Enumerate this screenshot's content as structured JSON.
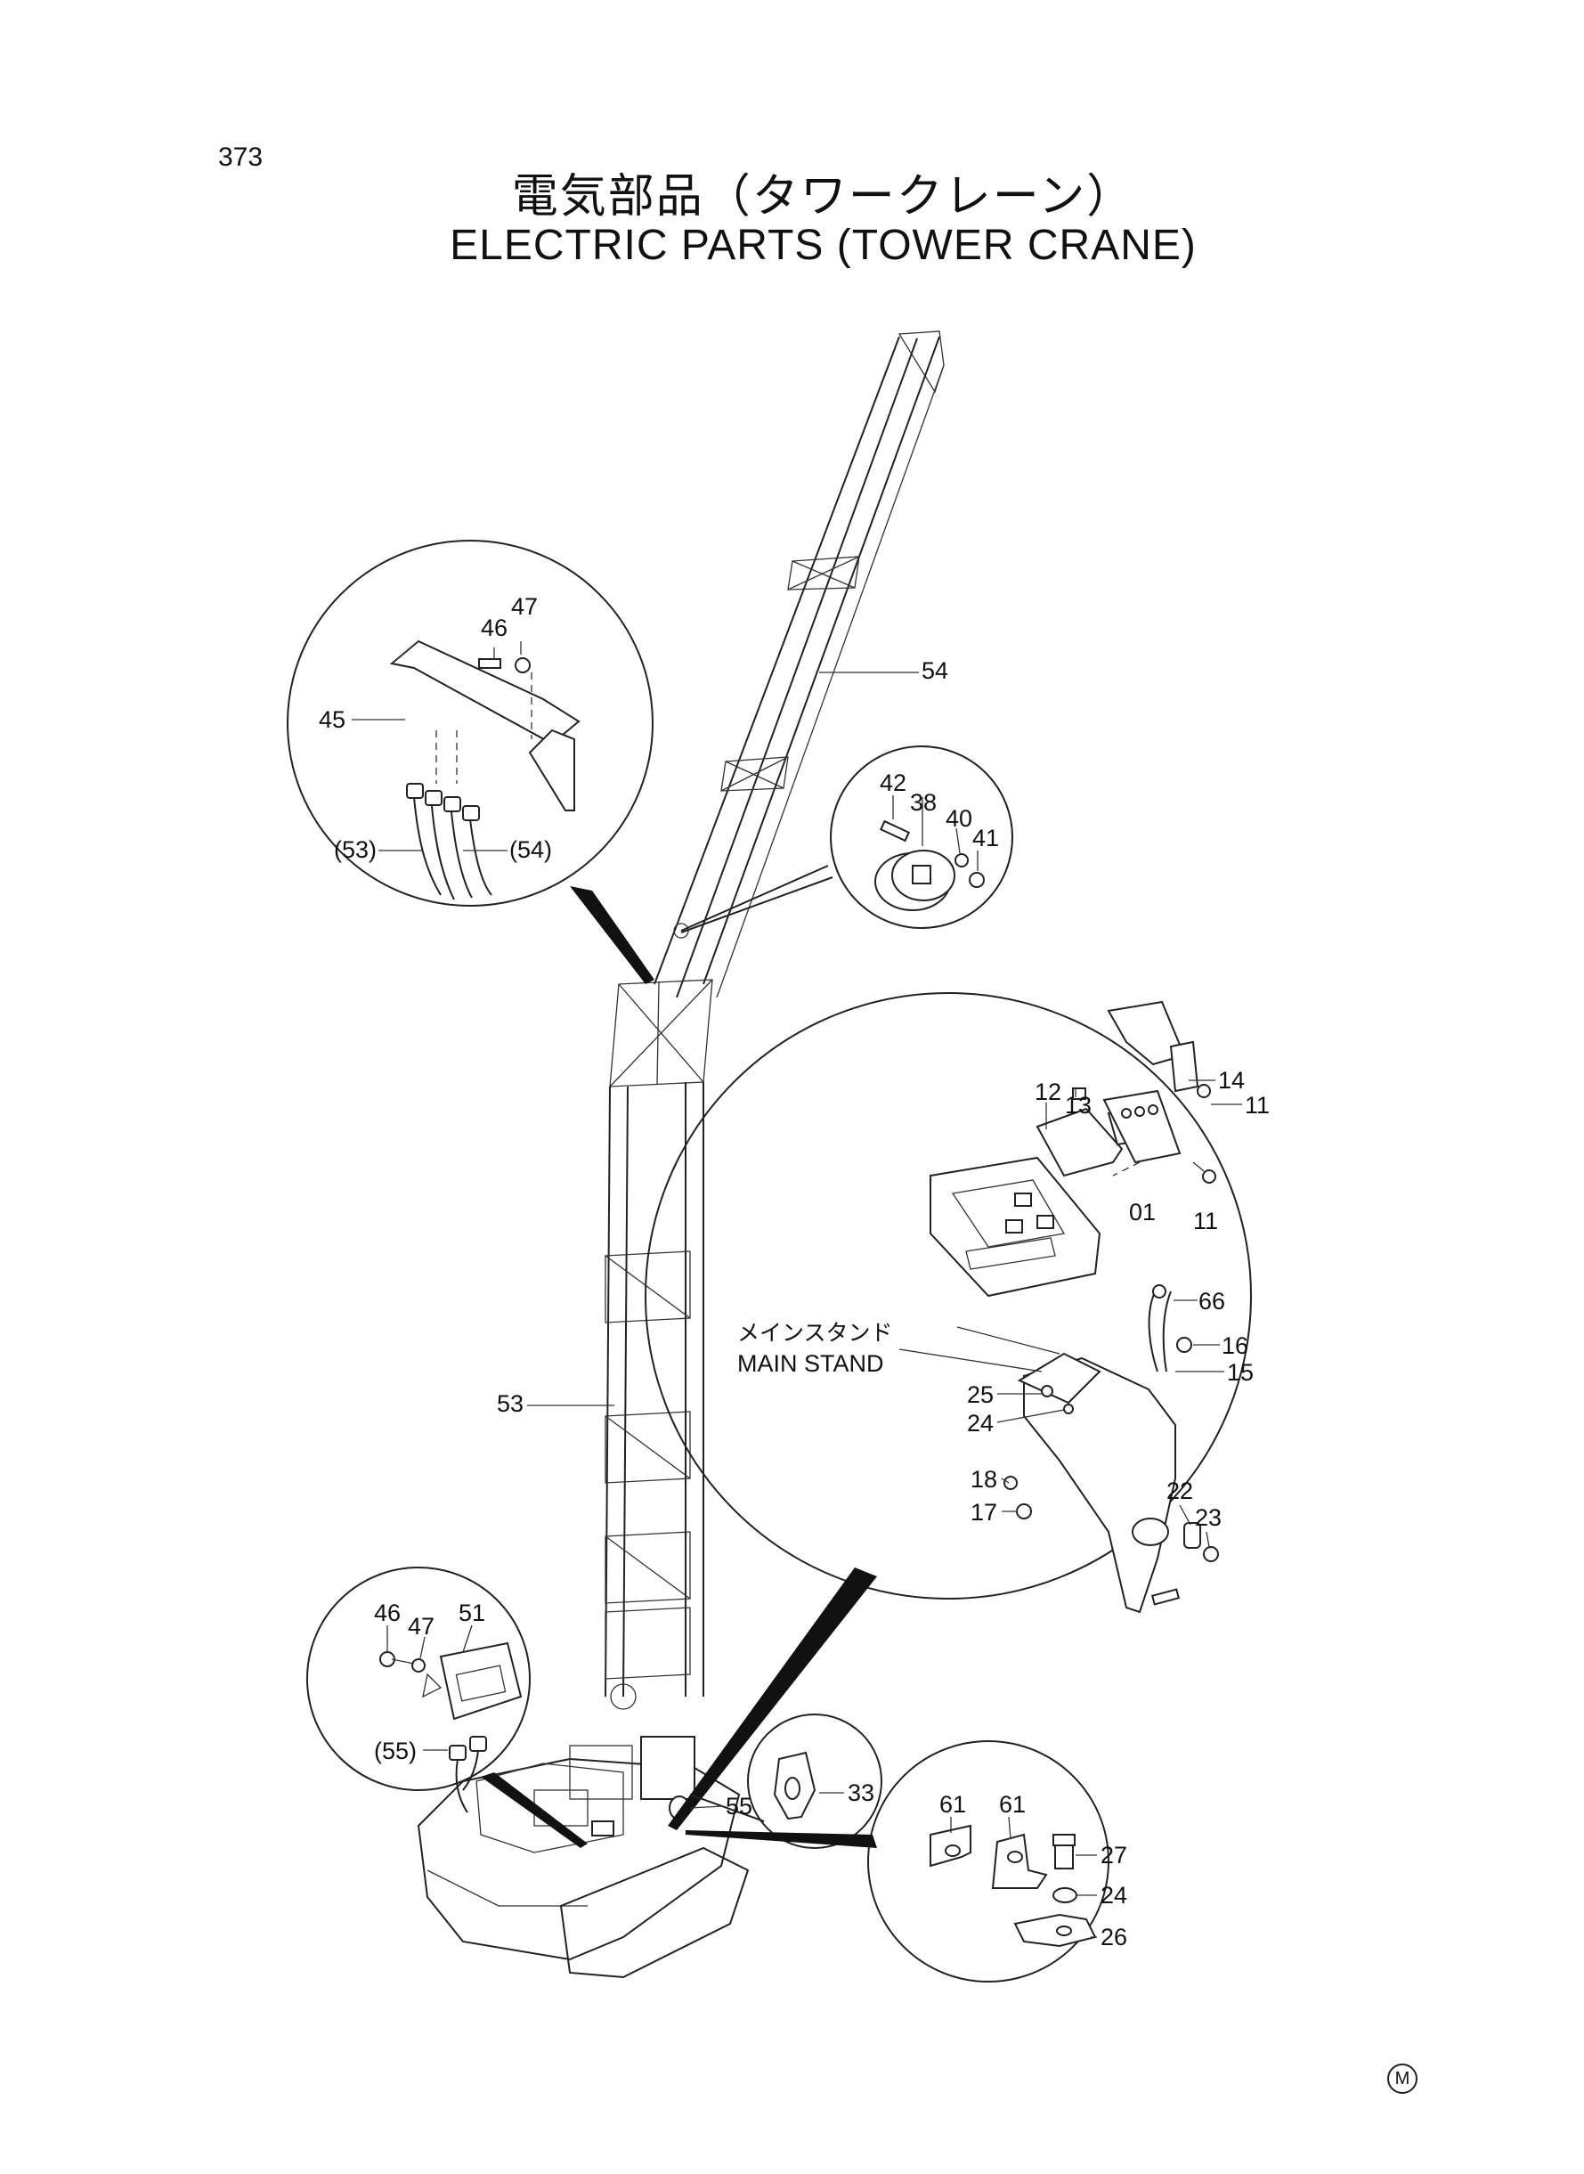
{
  "page": {
    "number": "373"
  },
  "title": {
    "jp": "電気部品（タワークレーン）",
    "en": "ELECTRIC PARTS (TOWER CRANE)"
  },
  "labels": {
    "p54": "54",
    "p53": "53",
    "p55": "55",
    "p33": "33",
    "d1_46": "46",
    "d1_47": "47",
    "d1_45": "45",
    "d1_53": "(53)",
    "d1_54": "(54)",
    "d2_42": "42",
    "d2_38": "38",
    "d2_40": "40",
    "d2_41": "41",
    "d3_12": "12",
    "d3_13": "13",
    "d3_14": "14",
    "d3_11a": "11",
    "d3_01": "01",
    "d3_11b": "11",
    "d3_66": "66",
    "d3_16": "16",
    "d3_15": "15",
    "d3_25": "25",
    "d3_24": "24",
    "d3_18": "18",
    "d3_17": "17",
    "d3_22": "22",
    "d3_23": "23",
    "main_stand_jp": "メインスタンド",
    "main_stand_en": "MAIN STAND",
    "d4_46": "46",
    "d4_47": "47",
    "d4_51": "51",
    "d4_55": "(55)",
    "d5_61a": "61",
    "d5_61b": "61",
    "d5_27": "27",
    "d5_24": "24",
    "d5_26": "26"
  },
  "mark": "M"
}
